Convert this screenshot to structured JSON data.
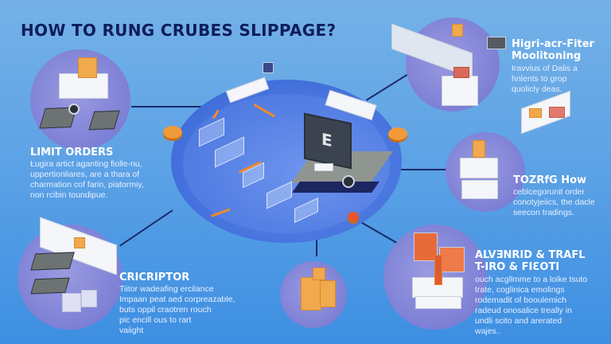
{
  "title": "HOW TO RUNG CRUBES SLIPPAGE?",
  "colors": {
    "background_top": "#74b1e7",
    "background_bottom": "#3d8fe2",
    "title": "#0f1d5c",
    "bubble": "#8385d8",
    "accent_orange": "#f09a3a",
    "connector": "#1b2a6a"
  },
  "hub": {
    "monitor_glyph": "E",
    "icon": "computer-workstation-icon"
  },
  "sections": [
    {
      "id": "limit-orders",
      "heading": "LIMIT ORDERS",
      "body": [
        "Ługira artict aganting fiolle-nu,",
        "uppertionliares, are a thara of",
        "charmation cof farin, piatormiy,",
        "non rcibin toundipue."
      ],
      "icon": "warehouse-boxes-icon"
    },
    {
      "id": "cricriptor",
      "heading": "CRICRIPTOR",
      "body": [
        "Tiitor wadeafing ercilance",
        "Impaan peat aed corpreazable,",
        "buts oppil craotren rouch",
        "pic encill ous to rart",
        "vaiight"
      ],
      "icon": "server-plates-icon"
    },
    {
      "id": "high-frequency",
      "heading": [
        "Higri-acr-Fiter",
        "Moolitoning"
      ],
      "body": [
        "Iravvius of Dalis a",
        "hnlents to grop",
        "quolicly deas."
      ],
      "icon": "trading-board-icon"
    },
    {
      "id": "tozrg-how",
      "heading": "TOZRfG How",
      "body": [
        "ceblcegorunit order",
        "conotyjeiics, the dacle",
        "seecon tradings."
      ],
      "icon": "server-stack-icon"
    },
    {
      "id": "alvenrid",
      "heading": [
        "ALVƎNRID & TRAFL",
        "T-IRO & FIƐOTI"
      ],
      "body": [
        "ouch acgllmme to a loike tsuto",
        "trate, coglinica emolings",
        "rodemadit of booulemich",
        "radeud onosalice treally in",
        "undli scito and arerated",
        "wajes.."
      ],
      "icon": "trading-terminal-icon"
    },
    {
      "id": "bottom-center",
      "icon": "orange-crates-icon"
    }
  ]
}
